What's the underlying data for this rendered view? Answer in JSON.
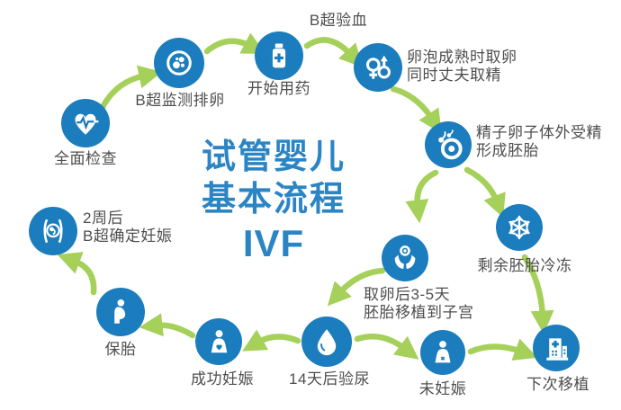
{
  "title": {
    "line1": "试管婴儿",
    "line2": "基本流程",
    "line3": "IVF"
  },
  "colors": {
    "node_blue": "#1b7dbd",
    "arrow_green": "#a5d05a",
    "title_blue": "#2b85c4",
    "label_gray": "#4e4e4e",
    "background": "#ffffff"
  },
  "floating_labels": {
    "blood_test": "B超验血"
  },
  "nodes": {
    "checkup": {
      "label": "全面检查",
      "icon": "heart-pulse-icon"
    },
    "monitor": {
      "label": "B超监测排卵",
      "icon": "follicle-dish-icon"
    },
    "medication": {
      "label": "开始用药",
      "icon": "medicine-bottle-icon"
    },
    "egg_retrieval": {
      "label1": "卵泡成熟时取卵",
      "label2": "同时丈夫取精",
      "icon": "gender-symbols-icon"
    },
    "fertilization": {
      "label1": "精子卵子体外受精",
      "label2": "形成胚胎",
      "icon": "sperm-egg-icon"
    },
    "freeze": {
      "label": "剩余胚胎冷冻",
      "icon": "snowflake-icon"
    },
    "next_transplant": {
      "label": "下次移植",
      "icon": "hospital-icon"
    },
    "not_pregnant": {
      "label": "未妊娠",
      "icon": "person-x-icon"
    },
    "urine_test": {
      "label": "14天后验尿",
      "icon": "water-drop-icon"
    },
    "embryo_transfer": {
      "label1": "取卵后3-5天",
      "label2": "胚胎移植到子宫",
      "icon": "hands-embryo-icon"
    },
    "pregnancy_success": {
      "label": "成功妊娠",
      "icon": "person-heart-icon"
    },
    "pregnancy_care": {
      "label": "保胎",
      "icon": "pregnant-woman-icon"
    },
    "confirm_pregnancy": {
      "label1": "2周后",
      "label2": "B超确定妊娠",
      "icon": "fetus-ultrasound-icon"
    }
  }
}
